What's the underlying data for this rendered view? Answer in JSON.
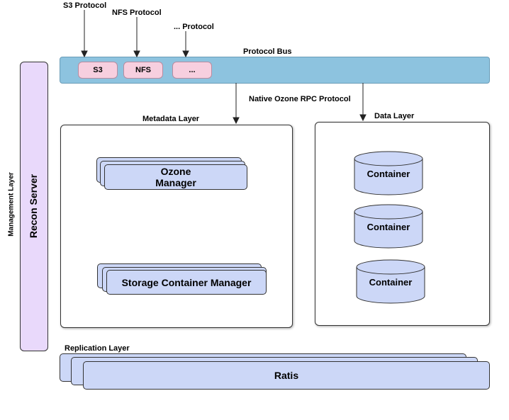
{
  "protocols": {
    "s3_label": "S3 Protocol",
    "nfs_label": "NFS Protocol",
    "other_label": "... Protocol"
  },
  "protocol_bus": {
    "title": "Protocol Bus",
    "items": [
      "S3",
      "NFS",
      "..."
    ]
  },
  "rpc_label": "Native Ozone RPC Protocol",
  "management": {
    "layer_label": "Management Layer",
    "server_label": "Recon Server"
  },
  "metadata_layer": {
    "title": "Metadata Layer",
    "ozone_manager": "Ozone\nManager",
    "scm": "Storage Container Manager"
  },
  "data_layer": {
    "title": "Data Layer",
    "containers": [
      "Container",
      "Container",
      "Container"
    ]
  },
  "replication_layer": {
    "title": "Replication Layer",
    "ratis": "Ratis"
  },
  "colors": {
    "bus": "#8dc3df",
    "pill": "#f7cfdf",
    "component": "#ccd7f7",
    "recon": "#e9d9fb"
  }
}
